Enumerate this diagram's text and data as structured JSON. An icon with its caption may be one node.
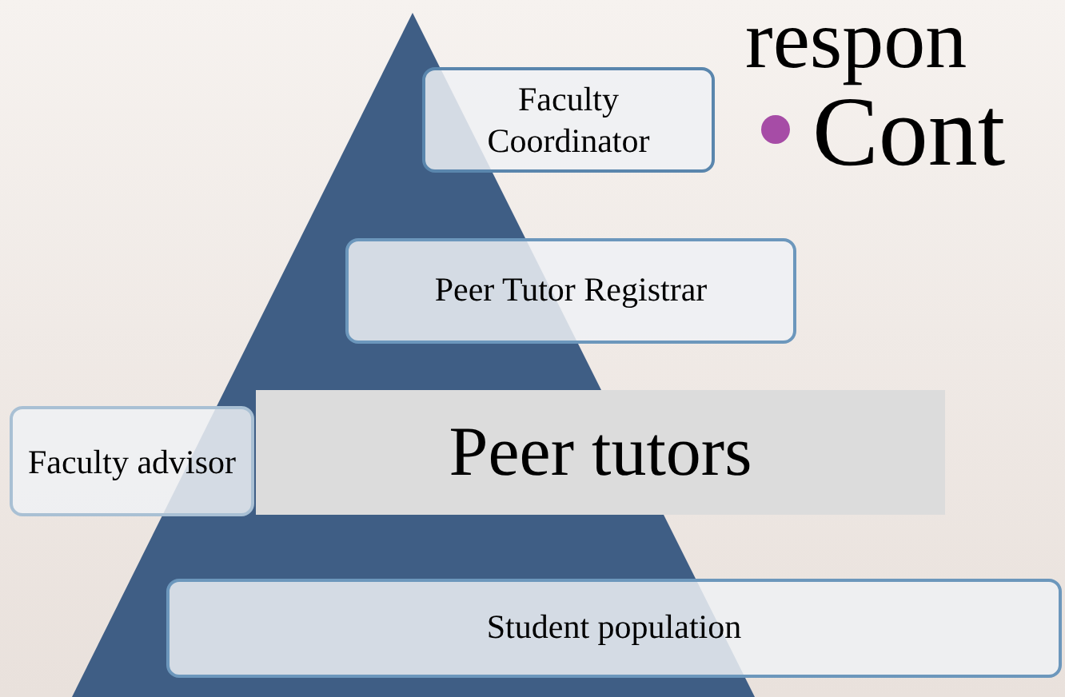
{
  "diagram": {
    "nodes": [
      {
        "text": [
          "Faculty Coordinator"
        ]
      },
      {
        "text": [
          "Peer Tutor Registrar"
        ]
      },
      {
        "text": [
          "Faculty advisor"
        ]
      },
      {
        "text": [
          "Peer tutors"
        ]
      },
      {
        "text": [
          "Student population"
        ]
      }
    ],
    "labels": [
      "respon",
      "Cont"
    ]
  }
}
